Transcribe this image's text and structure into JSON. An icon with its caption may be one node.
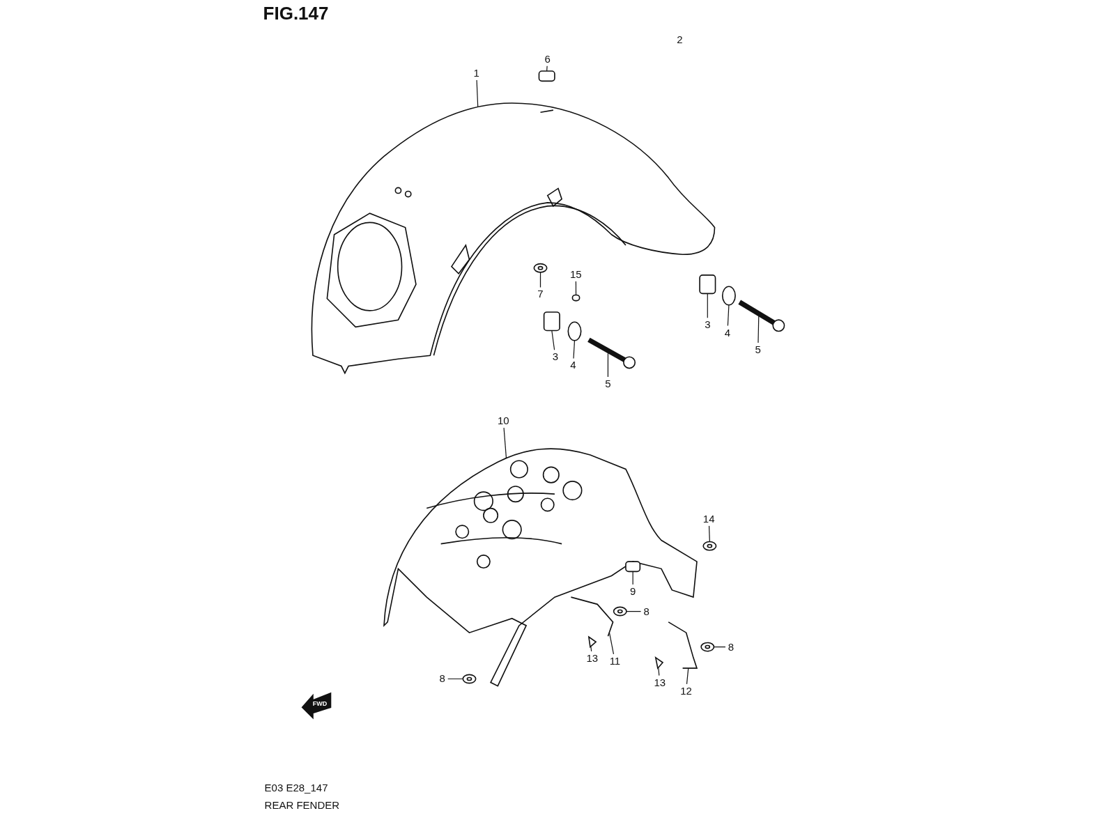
{
  "diagram": {
    "title": "FIG.147",
    "nodes": [
      {
        "text": [
          "6"
        ]
      },
      {
        "text": [
          "1"
        ]
      },
      {
        "text": [
          "15"
        ]
      },
      {
        "text": [
          "7"
        ]
      },
      {
        "text": [
          "3"
        ]
      },
      {
        "text": [
          "4"
        ]
      },
      {
        "text": [
          "5"
        ]
      },
      {
        "text": [
          "3"
        ]
      },
      {
        "text": [
          "4"
        ]
      },
      {
        "text": [
          "5"
        ]
      },
      {
        "text": [
          "10"
        ]
      },
      {
        "text": [
          "14"
        ]
      },
      {
        "text": [
          "9"
        ]
      },
      {
        "text": [
          "8"
        ]
      },
      {
        "text": [
          "8"
        ]
      },
      {
        "text": [
          "13"
        ]
      },
      {
        "text": [
          "11"
        ]
      },
      {
        "text": [
          "8"
        ]
      },
      {
        "text": [
          "13"
        ]
      },
      {
        "text": [
          "12"
        ]
      },
      {
        "text": [],
        "shape": "box"
      },
      {
        "text": [],
        "shape": "picture"
      },
      {
        "text": [],
        "shape": "box"
      },
      {
        "text": [],
        "shape": "picture"
      },
      {
        "text": [],
        "shape": "box"
      },
      {
        "text": [],
        "shape": "circle"
      },
      {
        "text": [],
        "shape": "picture"
      },
      {
        "text": [],
        "shape": "box"
      },
      {
        "text": [],
        "shape": "circle"
      },
      {
        "text": [],
        "shape": "picture"
      },
      {
        "text": [],
        "shape": "picture"
      },
      {
        "text": [],
        "shape": "picture"
      },
      {
        "text": [],
        "shape": "box"
      },
      {
        "text": [],
        "shape": "picture"
      },
      {
        "text": [],
        "shape": "picture"
      },
      {
        "text": [],
        "shape": "picture"
      },
      {
        "text": [],
        "shape": "picture"
      },
      {
        "text": [],
        "shape": "picture"
      },
      {
        "text": [],
        "shape": "picture"
      },
      {
        "text": [],
        "shape": "picture"
      }
    ],
    "edges": [
      {
        "from": 0,
        "to": 20,
        "arrow": "none"
      },
      {
        "from": 1,
        "to": 21,
        "arrow": "none"
      },
      {
        "from": 2,
        "to": 22,
        "arrow": "none"
      },
      {
        "from": 3,
        "to": 23,
        "arrow": "none"
      },
      {
        "from": 4,
        "to": 24,
        "arrow": "none"
      },
      {
        "from": 5,
        "to": 25,
        "arrow": "none"
      },
      {
        "from": 6,
        "to": 26,
        "arrow": "none"
      },
      {
        "from": 7,
        "to": 27,
        "arrow": "none"
      },
      {
        "from": 8,
        "to": 28,
        "arrow": "none"
      },
      {
        "from": 9,
        "to": 29,
        "arrow": "none"
      },
      {
        "from": 10,
        "to": 30,
        "arrow": "none"
      },
      {
        "from": 11,
        "to": 31,
        "arrow": "none"
      },
      {
        "from": 12,
        "to": 32,
        "arrow": "none"
      },
      {
        "from": 13,
        "to": 33,
        "arrow": "none"
      },
      {
        "from": 14,
        "to": 34,
        "arrow": "none"
      },
      {
        "from": 15,
        "to": 35,
        "arrow": "none"
      },
      {
        "from": 16,
        "to": 36,
        "arrow": "none"
      },
      {
        "from": 17,
        "to": 37,
        "arrow": "none"
      },
      {
        "from": 18,
        "to": 38,
        "arrow": "none"
      },
      {
        "from": 19,
        "to": 39,
        "arrow": "none"
      }
    ],
    "labels": [
      "2",
      "FWD",
      "E03 E28_147",
      "REAR FENDER"
    ]
  }
}
